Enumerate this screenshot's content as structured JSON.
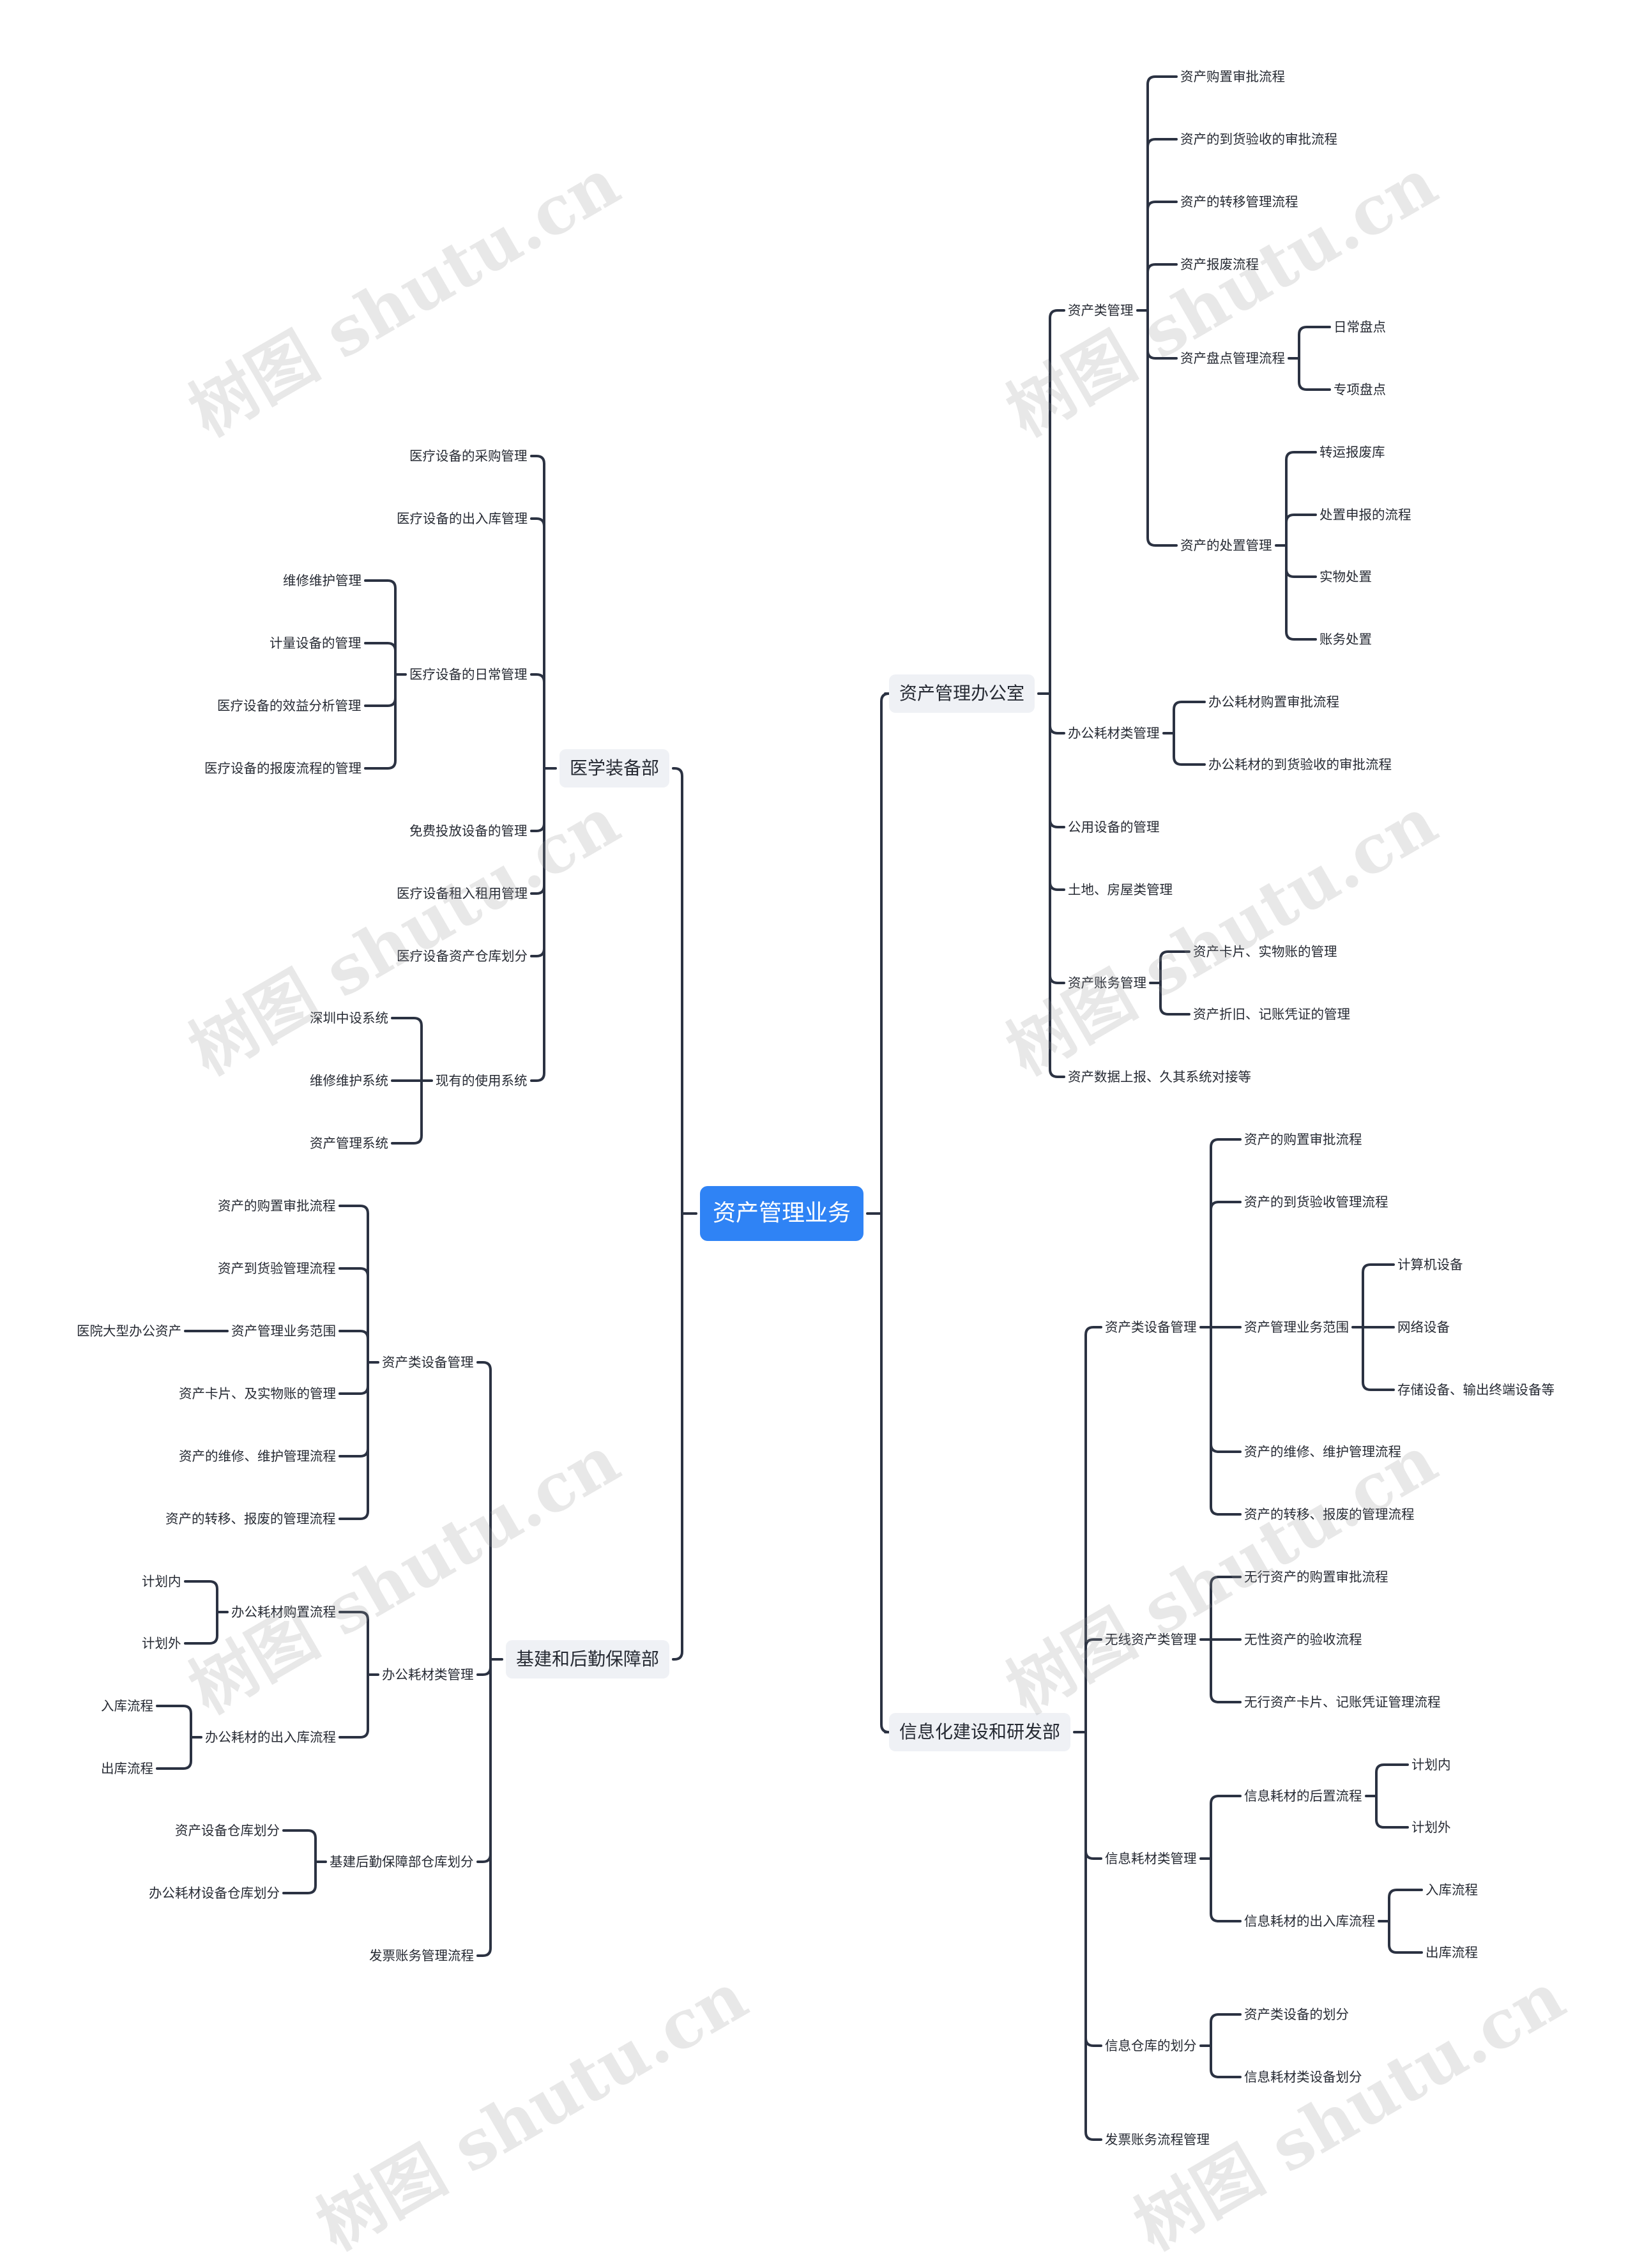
{
  "colors": {
    "line": "#2b3242",
    "root_bg": "#2f83f5",
    "branch_bg": "#eff1f5",
    "text": "#262a33"
  },
  "watermark": "树图 shutu.cn",
  "mindmap": {
    "root": "资产管理业务",
    "right": [
      {
        "label": "资产管理办公室",
        "children": [
          {
            "label": "资产类管理",
            "children": [
              {
                "label": "资产购置审批流程"
              },
              {
                "label": "资产的到货验收的审批流程"
              },
              {
                "label": "资产的转移管理流程"
              },
              {
                "label": "资产报废流程"
              },
              {
                "label": "资产盘点管理流程",
                "children": [
                  {
                    "label": "日常盘点"
                  },
                  {
                    "label": "专项盘点"
                  }
                ]
              },
              {
                "label": "资产的处置管理",
                "children": [
                  {
                    "label": "转运报废库"
                  },
                  {
                    "label": "处置申报的流程"
                  },
                  {
                    "label": "实物处置"
                  },
                  {
                    "label": "账务处置"
                  }
                ]
              }
            ]
          },
          {
            "label": "办公耗材类管理",
            "children": [
              {
                "label": "办公耗材购置审批流程"
              },
              {
                "label": "办公耗材的到货验收的审批流程"
              }
            ]
          },
          {
            "label": "公用设备的管理"
          },
          {
            "label": "土地、房屋类管理"
          },
          {
            "label": "资产账务管理",
            "children": [
              {
                "label": "资产卡片、实物账的管理"
              },
              {
                "label": "资产折旧、记账凭证的管理"
              }
            ]
          },
          {
            "label": "资产数据上报、久其系统对接等"
          }
        ]
      },
      {
        "label": "信息化建设和研发部",
        "children": [
          {
            "label": "资产类设备管理",
            "children": [
              {
                "label": "资产的购置审批流程"
              },
              {
                "label": "资产的到货验收管理流程"
              },
              {
                "label": "资产管理业务范围",
                "children": [
                  {
                    "label": "计算机设备"
                  },
                  {
                    "label": "网络设备"
                  },
                  {
                    "label": "存储设备、输出终端设备等"
                  }
                ]
              },
              {
                "label": "资产的维修、维护管理流程"
              },
              {
                "label": "资产的转移、报废的管理流程"
              }
            ]
          },
          {
            "label": "无线资产类管理",
            "children": [
              {
                "label": "无行资产的购置审批流程"
              },
              {
                "label": "无性资产的验收流程"
              },
              {
                "label": "无行资产卡片、记账凭证管理流程"
              }
            ]
          },
          {
            "label": "信息耗材类管理",
            "children": [
              {
                "label": "信息耗材的后置流程",
                "children": [
                  {
                    "label": "计划内"
                  },
                  {
                    "label": "计划外"
                  }
                ]
              },
              {
                "label": "信息耗材的出入库流程",
                "children": [
                  {
                    "label": "入库流程"
                  },
                  {
                    "label": "出库流程"
                  }
                ]
              }
            ]
          },
          {
            "label": "信息仓库的划分",
            "children": [
              {
                "label": "资产类设备的划分"
              },
              {
                "label": "信息耗材类设备划分"
              }
            ]
          },
          {
            "label": "发票账务流程管理"
          }
        ]
      }
    ],
    "left": [
      {
        "label": "医学装备部",
        "children": [
          {
            "label": "医疗设备的采购管理"
          },
          {
            "label": "医疗设备的出入库管理"
          },
          {
            "label": "医疗设备的日常管理",
            "children": [
              {
                "label": "维修维护管理"
              },
              {
                "label": "计量设备的管理"
              },
              {
                "label": "医疗设备的效益分析管理"
              },
              {
                "label": "医疗设备的报废流程的管理"
              }
            ]
          },
          {
            "label": "免费投放设备的管理"
          },
          {
            "label": "医疗设备租入租用管理"
          },
          {
            "label": "医疗设备资产仓库划分"
          },
          {
            "label": "现有的使用系统",
            "children": [
              {
                "label": "深圳中设系统"
              },
              {
                "label": "维修维护系统"
              },
              {
                "label": "资产管理系统"
              }
            ]
          }
        ]
      },
      {
        "label": "基建和后勤保障部",
        "children": [
          {
            "label": "资产类设备管理",
            "children": [
              {
                "label": "资产的购置审批流程"
              },
              {
                "label": "资产到货验管理流程"
              },
              {
                "label": "资产管理业务范围",
                "children": [
                  {
                    "label": "医院大型办公资产"
                  }
                ]
              },
              {
                "label": "资产卡片、及实物账的管理"
              },
              {
                "label": "资产的维修、维护管理流程"
              },
              {
                "label": "资产的转移、报废的管理流程"
              }
            ]
          },
          {
            "label": "办公耗材类管理",
            "children": [
              {
                "label": "办公耗材购置流程",
                "children": [
                  {
                    "label": "计划内"
                  },
                  {
                    "label": "计划外"
                  }
                ]
              },
              {
                "label": "办公耗材的出入库流程",
                "children": [
                  {
                    "label": "入库流程"
                  },
                  {
                    "label": "出库流程"
                  }
                ]
              }
            ]
          },
          {
            "label": "基建后勤保障部仓库划分",
            "children": [
              {
                "label": "资产设备仓库划分"
              },
              {
                "label": "办公耗材设备仓库划分"
              }
            ]
          },
          {
            "label": "发票账务管理流程"
          }
        ]
      }
    ]
  }
}
